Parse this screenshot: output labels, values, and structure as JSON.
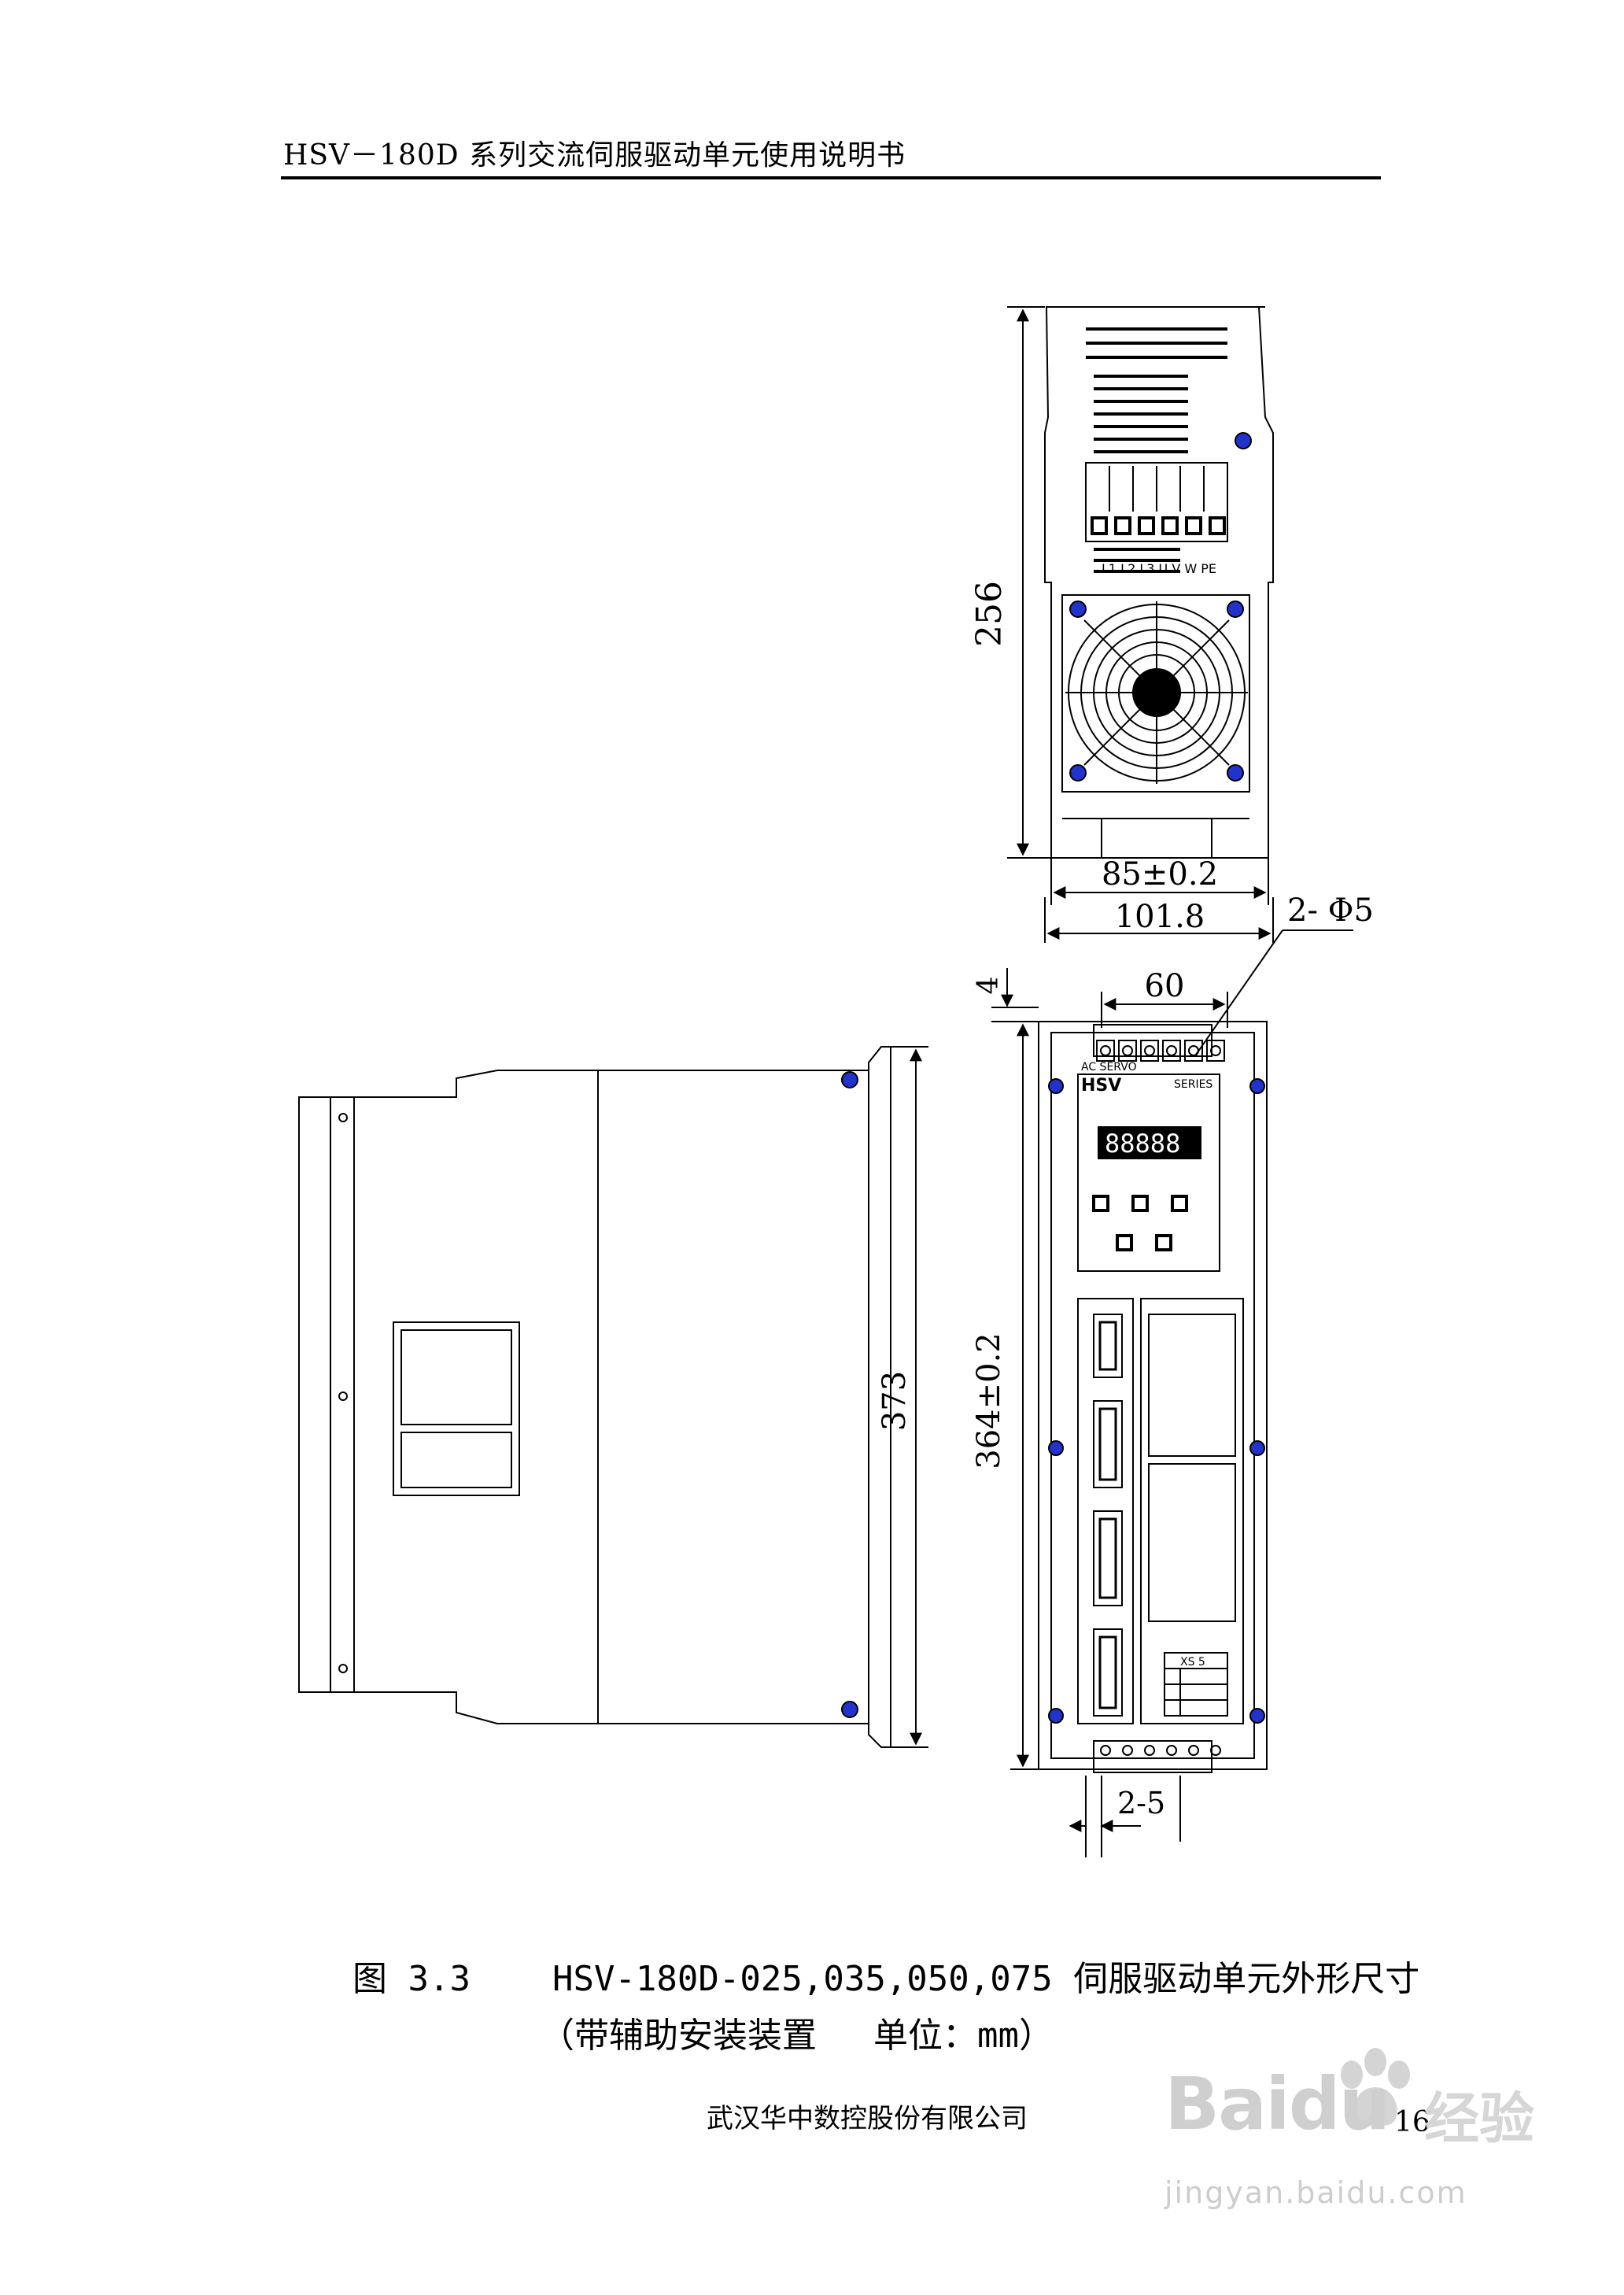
{
  "header": {
    "title": "HSV－180D 系列交流伺服驱动单元使用说明书"
  },
  "drawing": {
    "dimensions": {
      "top_height": "256",
      "mount_spacing": "85±0.2",
      "top_width": "101.8",
      "hole_spec": "2- Φ5",
      "top_offset": "4",
      "hole_pitch": "60",
      "side_height": "373",
      "front_height": "364±0.2",
      "slot_width": "2-5"
    },
    "panel_text": {
      "ac_servo": "AC SERVO",
      "model": "HSV",
      "series": "SERIES",
      "display_digits": "88888",
      "rating_plate_label": "XS 5",
      "terminal_legend": "L1 L2 L3 U V W PE"
    },
    "colors": {
      "screw_blue": "#2233cc",
      "line": "#000000"
    }
  },
  "caption": {
    "figure_label": "图 3.3",
    "figure_title": "HSV-180D-025,035,050,075 伺服驱动单元外形尺寸",
    "note_open": "（带辅助安装装置",
    "note_unit": "单位：mm）"
  },
  "footer": {
    "company": "武汉华中数控股份有限公司",
    "page_number": "16"
  },
  "watermark": {
    "brand": "Baidu",
    "tag": "经验",
    "url": "jingyan.baidu.com"
  }
}
